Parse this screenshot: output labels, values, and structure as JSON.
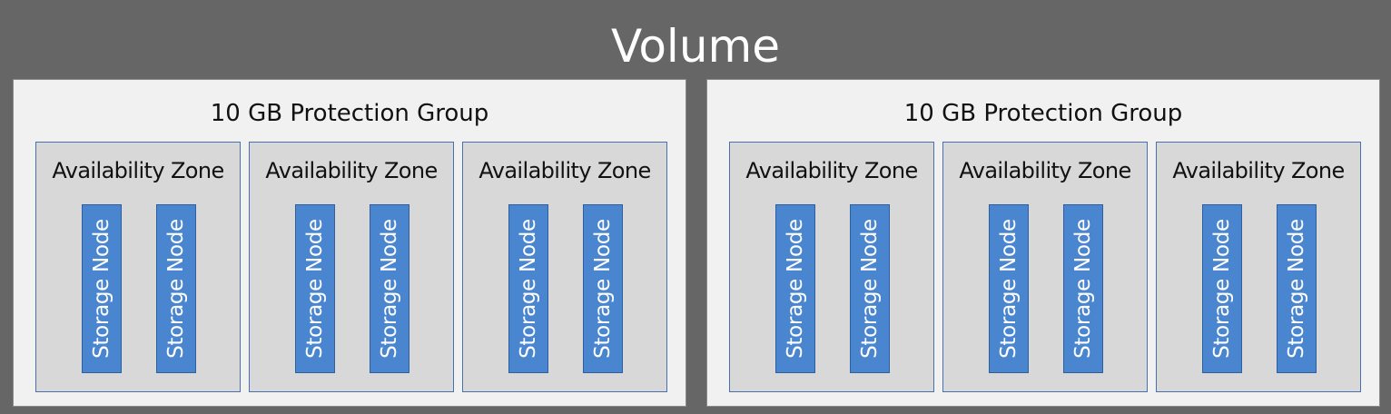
{
  "volume": {
    "title": "Volume"
  },
  "groups": [
    {
      "title": "10 GB Protection Group",
      "zones": [
        {
          "title": "Availability Zone",
          "nodes": [
            "Storage Node",
            "Storage Node"
          ]
        },
        {
          "title": "Availability Zone",
          "nodes": [
            "Storage Node",
            "Storage Node"
          ]
        },
        {
          "title": "Availability Zone",
          "nodes": [
            "Storage Node",
            "Storage Node"
          ]
        }
      ]
    },
    {
      "title": "10 GB Protection Group",
      "zones": [
        {
          "title": "Availability Zone",
          "nodes": [
            "Storage Node",
            "Storage Node"
          ]
        },
        {
          "title": "Availability Zone",
          "nodes": [
            "Storage Node",
            "Storage Node"
          ]
        },
        {
          "title": "Availability Zone",
          "nodes": [
            "Storage Node",
            "Storage Node"
          ]
        }
      ]
    }
  ],
  "colors": {
    "background": "#666666",
    "group_fill": "#f1f1f1",
    "zone_fill": "#d8d8d8",
    "zone_border": "#4a70ad",
    "node_fill": "#4a86cf",
    "title_text": "#ffffff"
  }
}
